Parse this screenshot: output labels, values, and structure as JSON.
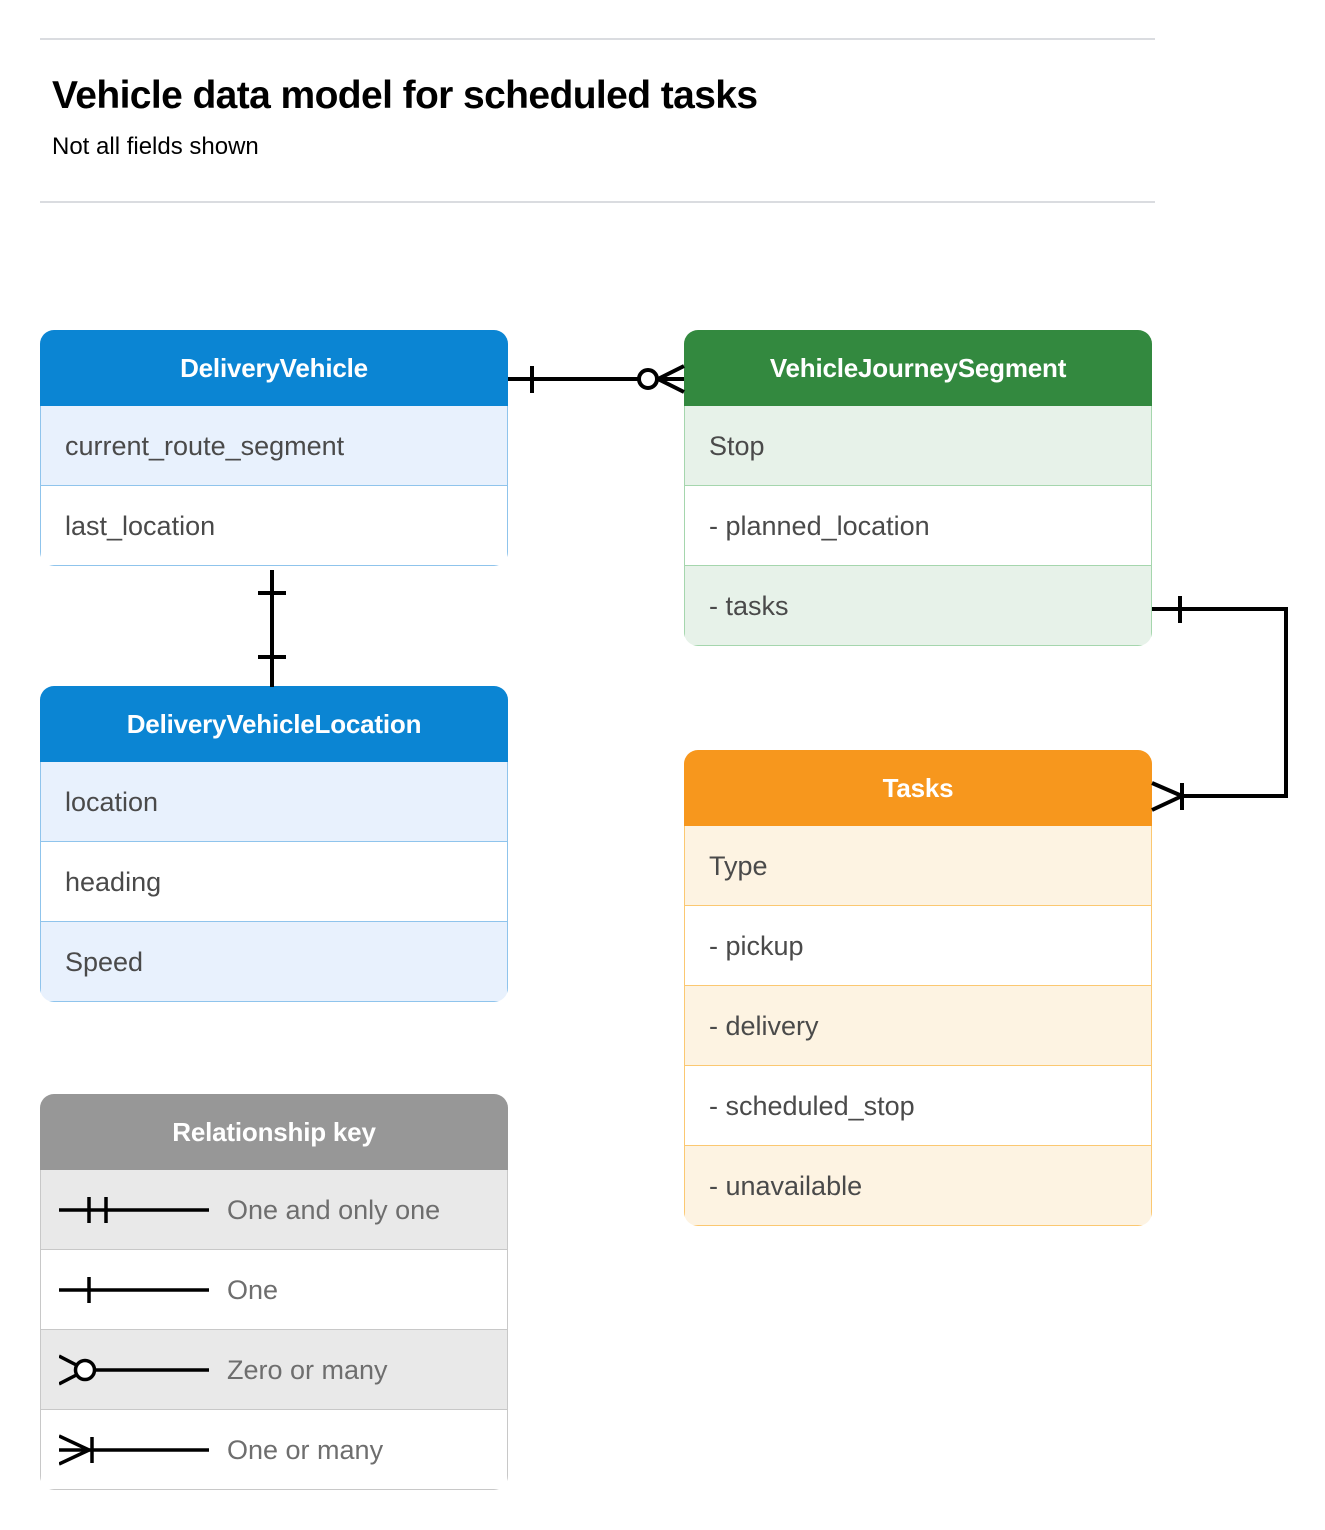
{
  "header": {
    "title": "Vehicle data model for scheduled tasks",
    "subtitle": "Not all fields shown"
  },
  "colors": {
    "blue": "#0b85d3",
    "blue_row": "#e8f1fd",
    "green": "#33893f",
    "green_row": "#e7f2e9",
    "orange": "#f7971d",
    "orange_row": "#fdf3e2",
    "gray": "#979797",
    "gray_row": "#e9e9e9",
    "rule": "#dadce0",
    "connector": "#000000",
    "field_text": "#4a4a4a",
    "legend_text": "#6e6e6e"
  },
  "entities": [
    {
      "id": "delivery-vehicle",
      "name": "DeliveryVehicle",
      "theme": "blue",
      "rows": [
        {
          "label": "current_route_segment"
        },
        {
          "label": "last_location"
        }
      ]
    },
    {
      "id": "journey-segment",
      "name": "VehicleJourneySegment",
      "theme": "green",
      "rows": [
        {
          "label": "Stop"
        },
        {
          "label": "-  planned_location"
        },
        {
          "label": "- tasks"
        }
      ]
    },
    {
      "id": "vehicle-location",
      "name": "DeliveryVehicleLocation",
      "theme": "blue",
      "rows": [
        {
          "label": "location"
        },
        {
          "label": "heading"
        },
        {
          "label": "Speed"
        }
      ]
    },
    {
      "id": "tasks",
      "name": "Tasks",
      "theme": "orange",
      "rows": [
        {
          "label": "Type"
        },
        {
          "label": "-  pickup"
        },
        {
          "label": "-  delivery"
        },
        {
          "label": "-  scheduled_stop"
        },
        {
          "label": "-  unavailable"
        }
      ]
    }
  ],
  "legend": {
    "title": "Relationship key",
    "items": [
      {
        "symbol": "one-and-only-one",
        "label": "One and only one"
      },
      {
        "symbol": "one",
        "label": "One"
      },
      {
        "symbol": "zero-or-many",
        "label": "Zero or many"
      },
      {
        "symbol": "one-or-many",
        "label": "One or many"
      }
    ]
  },
  "relationships": [
    {
      "id": "vehicle-to-segment",
      "from": "DeliveryVehicle",
      "to": "VehicleJourneySegment",
      "from_cardinality": "one",
      "to_cardinality": "zero-or-many"
    },
    {
      "id": "vehicle-to-location",
      "from": "DeliveryVehicle",
      "to": "DeliveryVehicleLocation",
      "from_cardinality": "one",
      "to_cardinality": "one"
    },
    {
      "id": "segment-to-tasks",
      "from": "VehicleJourneySegment",
      "to": "Tasks",
      "from_cardinality": "one",
      "to_cardinality": "one-or-many"
    }
  ]
}
